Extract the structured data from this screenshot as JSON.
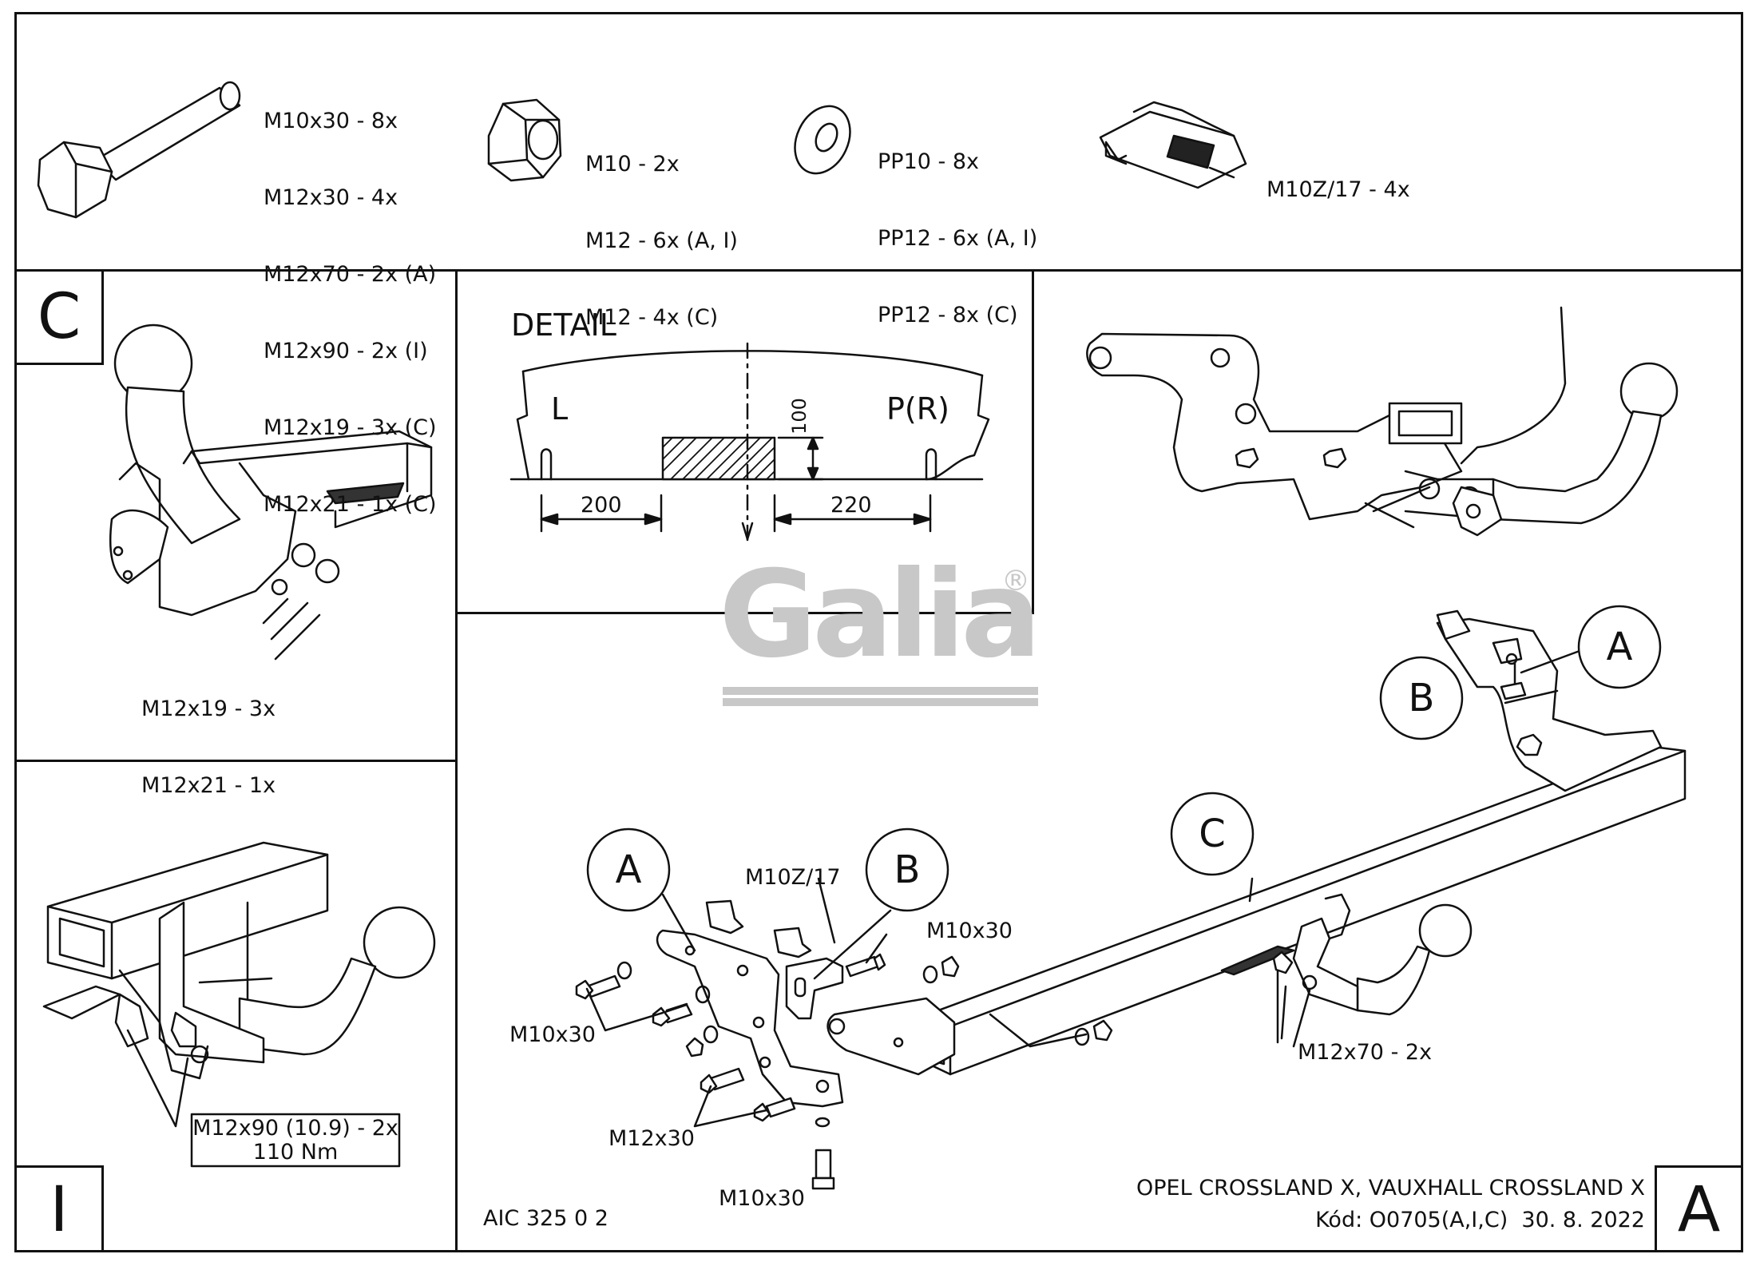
{
  "hardware": {
    "bolts": [
      "M10x30 - 8x",
      "M12x30 - 4x",
      "M12x70 - 2x (A)",
      "M12x90 - 2x (I)",
      "M12x19 - 3x (C)",
      "M12x21 - 1x (C)"
    ],
    "nuts": [
      "M10 - 2x",
      "M12 - 6x (A, I)",
      "M12 - 4x (C)"
    ],
    "washers": [
      "PP10 - 8x",
      "PP12 - 6x (A, I)",
      "PP12 - 8x (C)"
    ],
    "clips": [
      "M10Z/17 - 4x"
    ]
  },
  "panel_c": {
    "letter": "C",
    "bolts": [
      "M12x19 - 3x",
      "M12x21 - 1x"
    ]
  },
  "detail": {
    "title": "DETAIL",
    "left": "L",
    "right": "P(R)",
    "dim_height": "100",
    "dim_left": "200",
    "dim_right": "220"
  },
  "brand": {
    "name": "Galia",
    "registered": "®"
  },
  "panel_i": {
    "letter": "I",
    "label_line1": "M12x90 (10.9) - 2x",
    "label_line2": "110 Nm"
  },
  "assembly": {
    "callout_a": "A",
    "callout_b": "B",
    "callout_c": "C",
    "m10z": "M10Z/17",
    "m10x30_top": "M10x30",
    "m10x30_left": "M10x30",
    "m12x30": "M12x30",
    "m10x30_bottom": "M10x30",
    "m12x70": "M12x70 - 2x"
  },
  "footer": {
    "code_left": "AIC 325 0 2",
    "vehicle": "OPEL CROSSLAND X, VAUXHALL CROSSLAND X",
    "kod": "Kód: O0705(A,I,C)  30. 8. 2022",
    "letter": "A"
  }
}
